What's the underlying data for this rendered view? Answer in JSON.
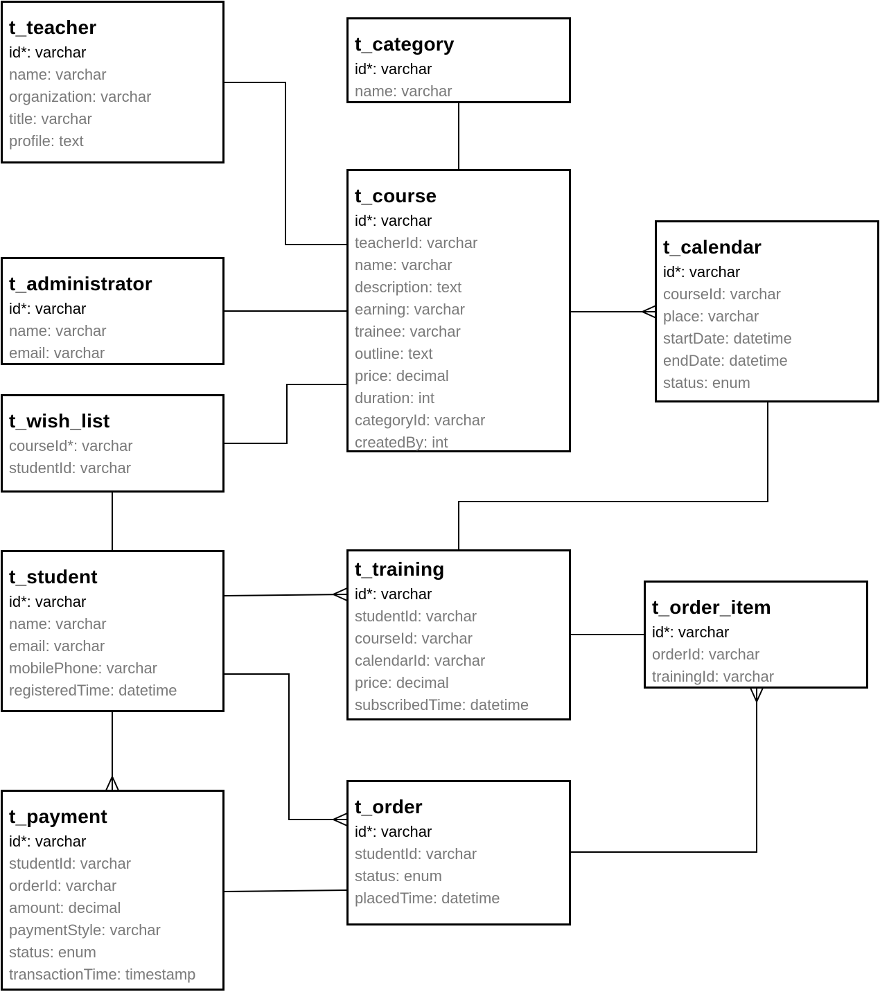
{
  "entities": {
    "teacher": {
      "name": "t_teacher",
      "fields": [
        "id*: varchar",
        "name: varchar",
        "organization: varchar",
        "title: varchar",
        "profile: text"
      ]
    },
    "category": {
      "name": "t_category",
      "fields": [
        "id*: varchar",
        "name: varchar"
      ]
    },
    "course": {
      "name": "t_course",
      "fields": [
        "id*: varchar",
        "teacherId: varchar",
        "name: varchar",
        "description: text",
        "earning: varchar",
        "trainee: varchar",
        "outline: text",
        "price: decimal",
        "duration: int",
        "categoryId: varchar",
        "createdBy: int"
      ]
    },
    "calendar": {
      "name": "t_calendar",
      "fields": [
        "id*: varchar",
        "courseId: varchar",
        "place: varchar",
        "startDate: datetime",
        "endDate: datetime",
        "status: enum"
      ]
    },
    "administrator": {
      "name": "t_administrator",
      "fields": [
        "id*: varchar",
        "name: varchar",
        "email: varchar"
      ]
    },
    "wish_list": {
      "name": "t_wish_list",
      "fields": [
        "courseId*: varchar",
        "studentId: varchar"
      ]
    },
    "student": {
      "name": "t_student",
      "fields": [
        "id*: varchar",
        "name: varchar",
        "email: varchar",
        "mobilePhone: varchar",
        "registeredTime: datetime"
      ]
    },
    "training": {
      "name": "t_training",
      "fields": [
        "id*: varchar",
        "studentId: varchar",
        "courseId: varchar",
        "calendarId: varchar",
        "price: decimal",
        "subscribedTime: datetime"
      ]
    },
    "order_item": {
      "name": "t_order_item",
      "fields": [
        "id*: varchar",
        "orderId: varchar",
        "trainingId: varchar"
      ]
    },
    "payment": {
      "name": "t_payment",
      "fields": [
        "id*: varchar",
        "studentId: varchar",
        "orderId: varchar",
        "amount: decimal",
        "paymentStyle: varchar",
        "status: enum",
        "transactionTime: timestamp"
      ]
    },
    "order": {
      "name": "t_order",
      "fields": [
        "id*: varchar",
        "studentId: varchar",
        "status: enum",
        "placedTime: datetime"
      ]
    }
  },
  "relationships": [
    {
      "from": "t_teacher",
      "to": "t_course",
      "cardinality": "one-to-one"
    },
    {
      "from": "t_category",
      "to": "t_course",
      "cardinality": "one-to-one"
    },
    {
      "from": "t_administrator",
      "to": "t_course",
      "cardinality": "one-to-one"
    },
    {
      "from": "t_wish_list",
      "to": "t_course",
      "cardinality": "one-to-one"
    },
    {
      "from": "t_course",
      "to": "t_calendar",
      "cardinality": "one-to-many"
    },
    {
      "from": "t_calendar",
      "to": "t_training",
      "cardinality": "one-to-one"
    },
    {
      "from": "t_wish_list",
      "to": "t_student",
      "cardinality": "one-to-one"
    },
    {
      "from": "t_student",
      "to": "t_training",
      "cardinality": "one-to-many"
    },
    {
      "from": "t_training",
      "to": "t_order_item",
      "cardinality": "one-to-one"
    },
    {
      "from": "t_student",
      "to": "t_order",
      "cardinality": "one-to-many"
    },
    {
      "from": "t_student",
      "to": "t_payment",
      "cardinality": "one-to-many"
    },
    {
      "from": "t_order",
      "to": "t_order_item",
      "cardinality": "one-to-many"
    },
    {
      "from": "t_payment",
      "to": "t_order",
      "cardinality": "one-to-one"
    }
  ]
}
